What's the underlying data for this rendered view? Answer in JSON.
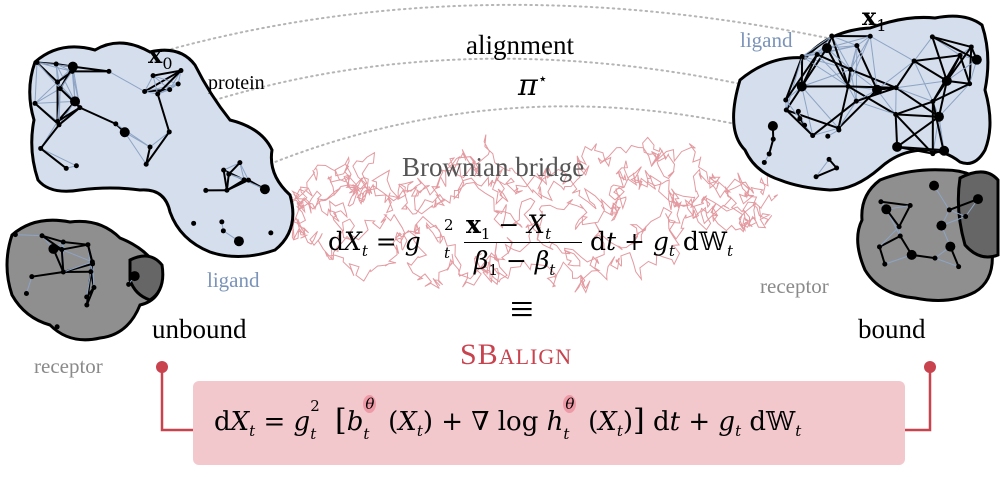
{
  "labels": {
    "x0": "x",
    "x0_sub": "0",
    "x1": "x",
    "x1_sub": "1",
    "protein": "protein",
    "ligand_left": "ligand",
    "ligand_right": "ligand",
    "receptor_left": "receptor",
    "receptor_right": "receptor",
    "unbound": "unbound",
    "bound": "bound",
    "alignment": "alignment",
    "pi_star": "π",
    "pi_star_sup": "⋆",
    "brownian_bridge": "Brownian bridge",
    "equiv": "≡",
    "sbalign_S": "SB",
    "sbalign_rest": "ALIGN"
  },
  "equations": {
    "bridge_lhs": "dX",
    "bridge_lhs_sub": "t",
    "bridge_eq": " = g",
    "bridge_g_sub": "t",
    "bridge_g_sup": "2",
    "bridge_num": "x₁ − X",
    "bridge_num_sub": "t",
    "bridge_den": "β₁ − β",
    "bridge_den_sub": "t",
    "bridge_tail": "dt + g",
    "bridge_tail_sub": "t",
    "bridge_noise": " dW",
    "bridge_noise_sub": "t",
    "sb_lhs": "dX",
    "sb_lhs_sub": "t",
    "sb_eq": " = g",
    "sb_g_sub": "t",
    "sb_g_sup": "2",
    "sb_b": "b",
    "sb_b_sub": "t",
    "sb_theta": "θ",
    "sb_arg": "(X",
    "sb_arg_sub": "t",
    "sb_mid": ") + ∇ log h",
    "sb_h_sub": "t",
    "sb_theta2": "θ",
    "sb_arg2": "(X",
    "sb_arg2_sub": "t",
    "sb_close": ")] dt + g",
    "sb_tail_sub": "t",
    "sb_noise": " dW",
    "sb_noise_sub": "t"
  },
  "colors": {
    "protein_fill": "#d4deed",
    "receptor_fill": "#8c8c8c",
    "brownian_path": "#e08f96",
    "sbalign_red": "#c9434f",
    "box_fill": "#f3c8cd",
    "ligand_blue": "#7a93b8",
    "receptor_text": "#8a8a8a"
  }
}
